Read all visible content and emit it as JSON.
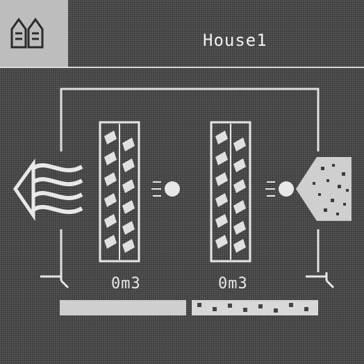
{
  "header": {
    "title": "House1",
    "home_icon": "house-pair-icon"
  },
  "diagram": {
    "supply_volume": "0m3",
    "extract_volume": "0m3",
    "icons": {
      "supply_air": "airflow-arrow-icon",
      "exhaust_air": "exhaust-arrow-icon",
      "filter_left": "filter-icon",
      "filter_right": "filter-icon",
      "fan_left": "fan-icon",
      "fan_right": "fan-icon",
      "drain_left": "valve-icon",
      "drain_right": "valve-icon"
    },
    "colors": {
      "background": "#3c3c3c",
      "foreground": "#e8e8e8",
      "tile": "#bdbdbd"
    }
  },
  "status": {
    "left_bar": "solid",
    "right_bar": "dotted"
  }
}
